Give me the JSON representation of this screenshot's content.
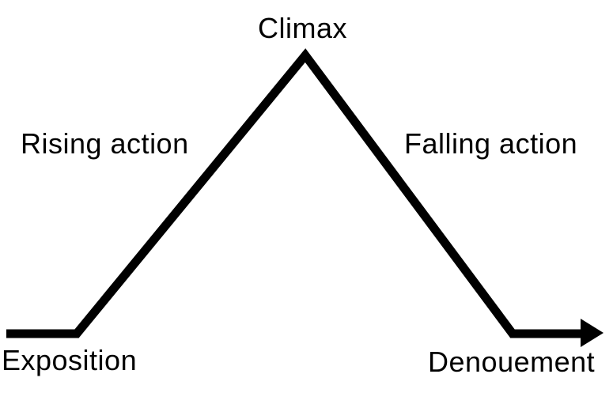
{
  "diagram": {
    "type": "plot-structure-arc",
    "stages": [
      {
        "id": "exposition",
        "label": "Exposition"
      },
      {
        "id": "rising-action",
        "label": "Rising action"
      },
      {
        "id": "climax",
        "label": "Climax"
      },
      {
        "id": "falling-action",
        "label": "Falling action"
      },
      {
        "id": "denouement",
        "label": "Denouement"
      }
    ],
    "colors": {
      "line": "#000000",
      "text": "#000000",
      "background": "#ffffff"
    }
  }
}
